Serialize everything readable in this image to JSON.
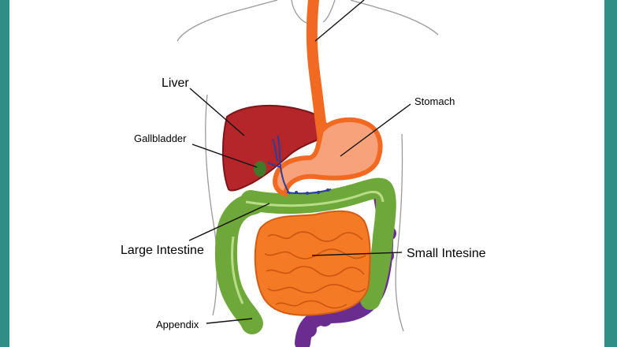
{
  "colors": {
    "border": "#2f8f87",
    "liver": "#b5262b",
    "stomach": "#f7a27a",
    "esophagus": "#f26a22",
    "large_intestine": "#6fa83a",
    "small_intestine": "#f47a25",
    "rectum": "#6a2c8f",
    "gallbladder": "#3f7a2a",
    "vessels": "#2b3d9e"
  },
  "labels": {
    "liver": "Liver",
    "gallbladder": "Gallbladder",
    "stomach": "Stomach",
    "large_intestine": "Large Intestine",
    "small_intestine": "Small Intesine",
    "appendix": "Appendix"
  }
}
